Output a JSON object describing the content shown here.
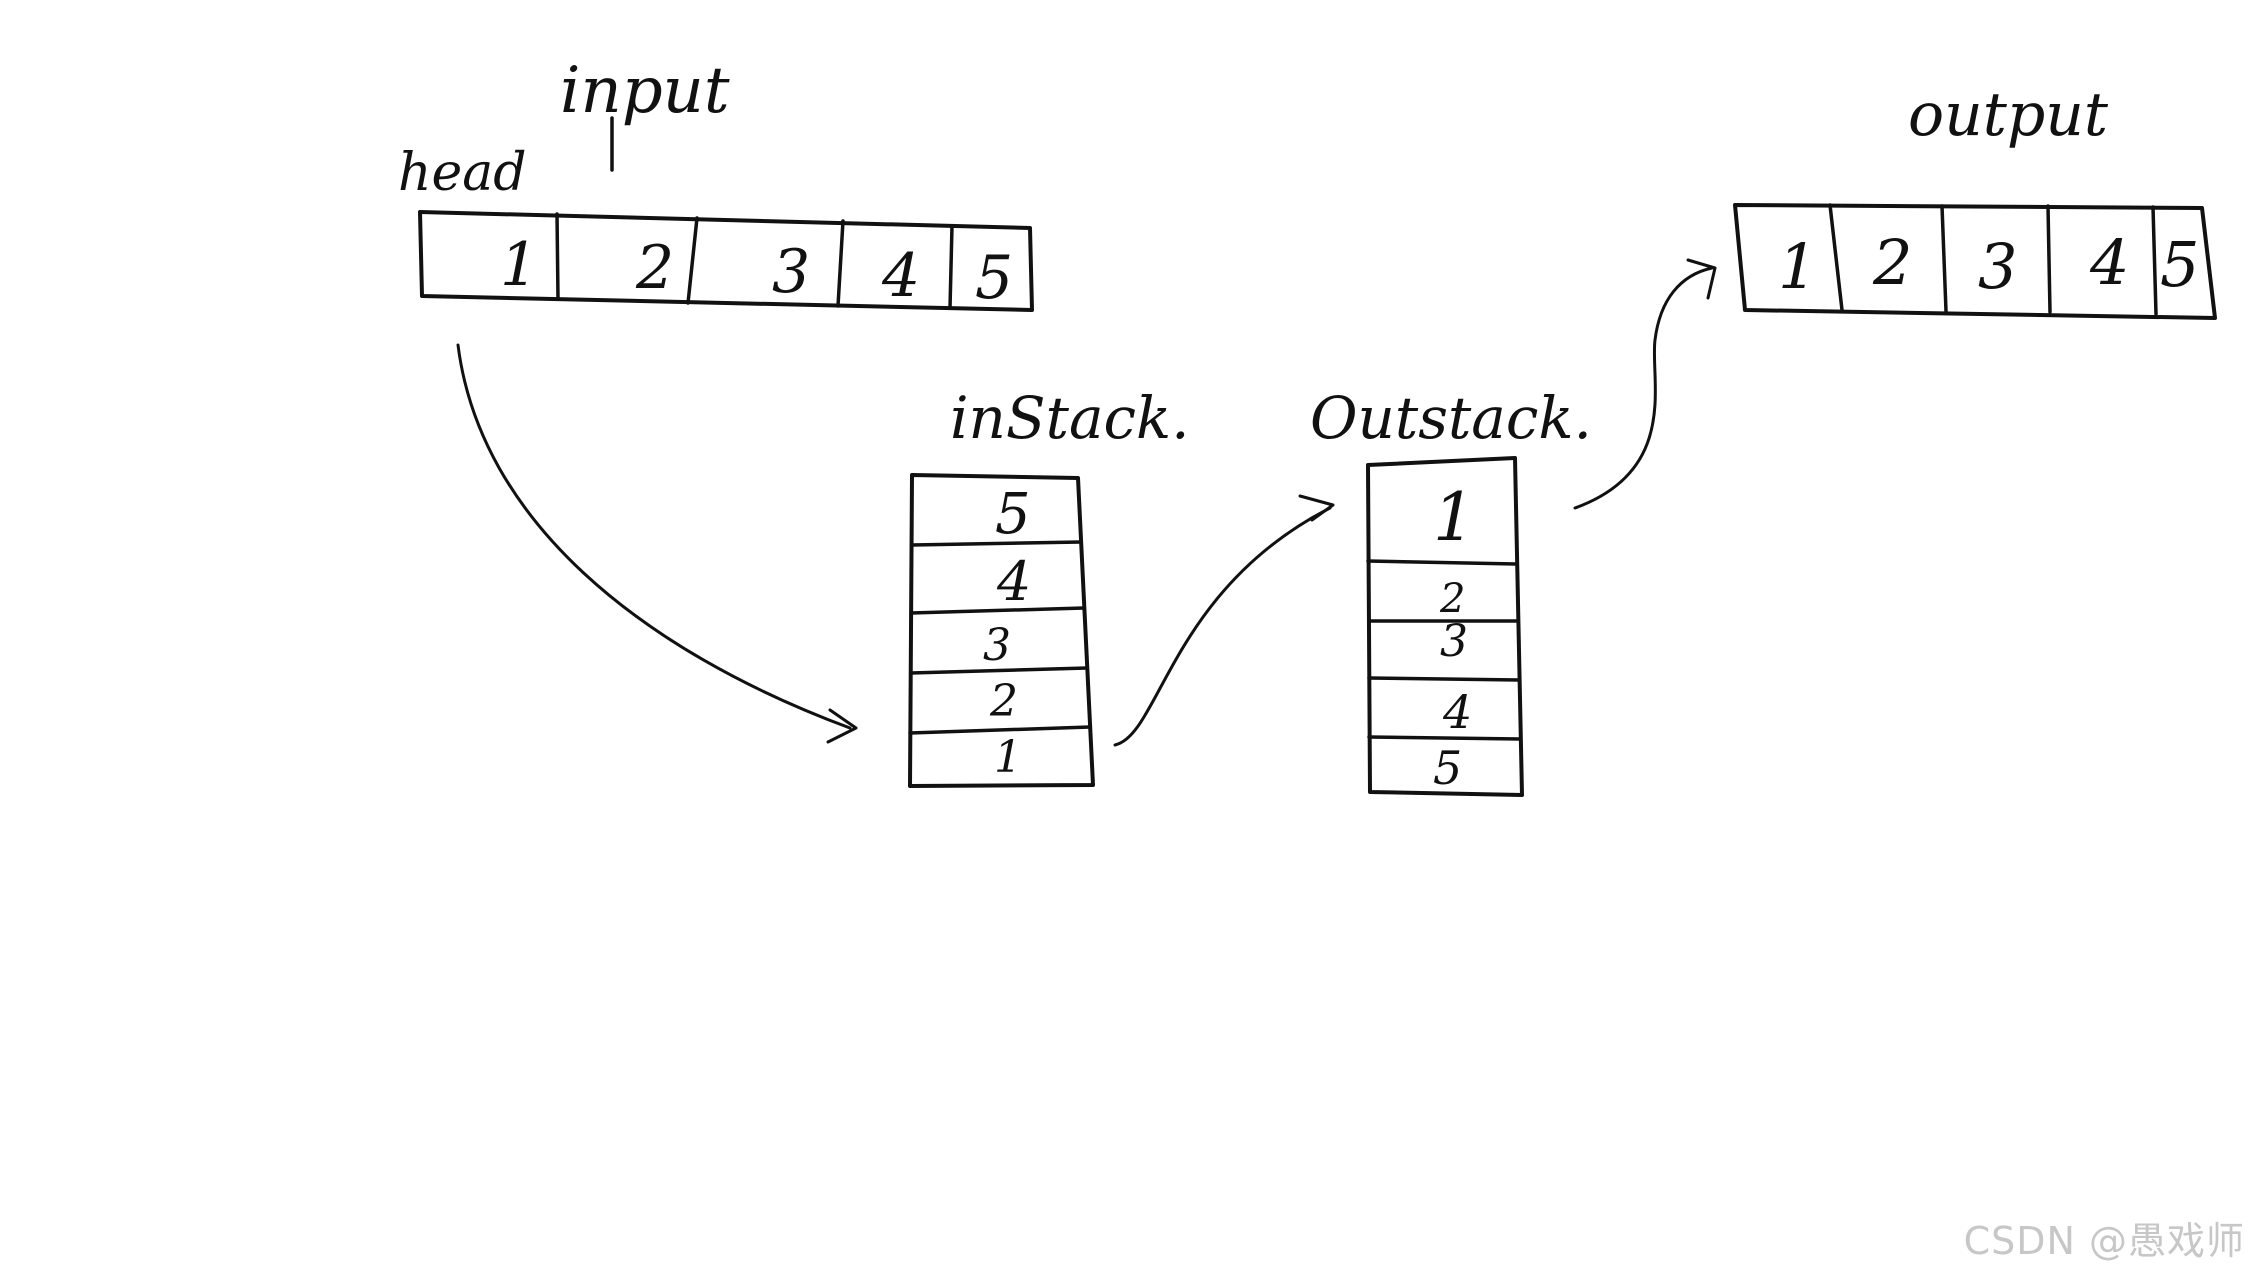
{
  "labels": {
    "input": "input",
    "head": "head",
    "instack": "inStack.",
    "outstack": "Outstack.",
    "output": "output"
  },
  "input_array": [
    "1",
    "2",
    "3",
    "4",
    "5"
  ],
  "instack": [
    "5",
    "4",
    "3",
    "2",
    "1"
  ],
  "outstack": [
    "1",
    "2",
    "3",
    "4",
    "5"
  ],
  "output_array": [
    "1",
    "2",
    "3",
    "4",
    "5"
  ],
  "watermark": "CSDN @愚戏师"
}
